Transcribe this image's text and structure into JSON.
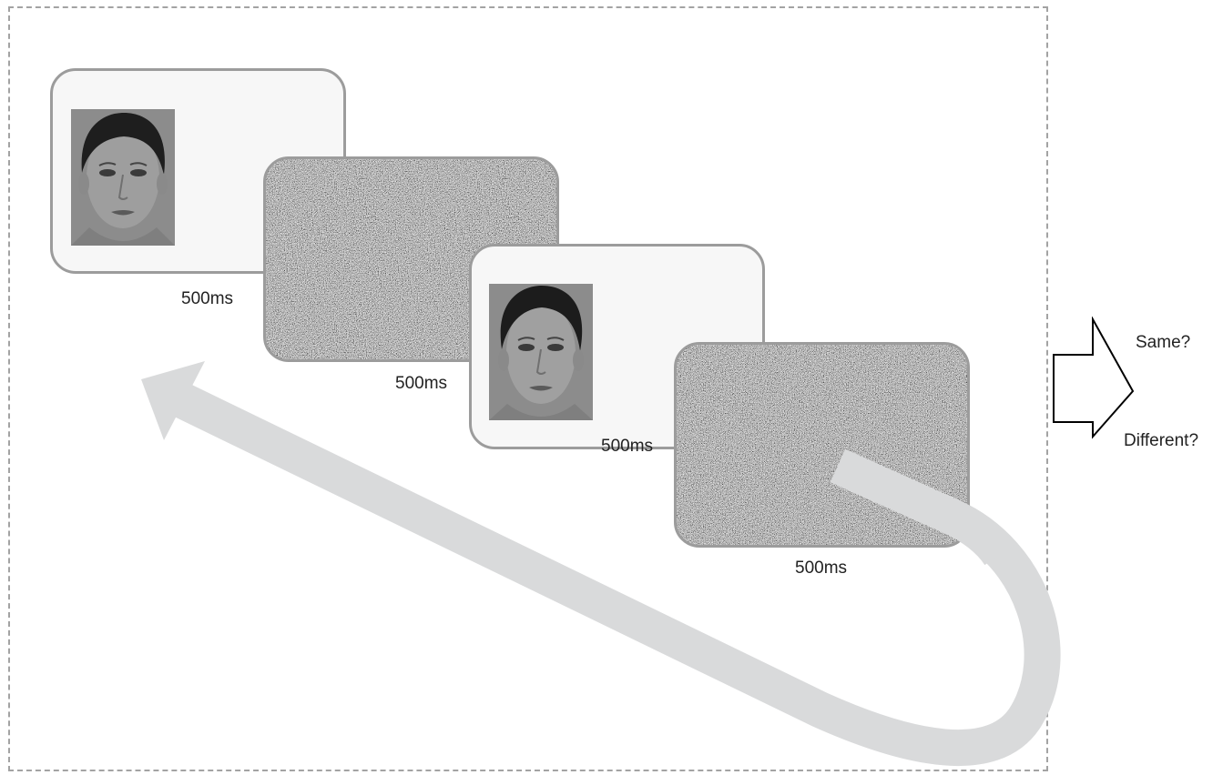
{
  "sequence": [
    {
      "kind": "face",
      "duration": "500ms"
    },
    {
      "kind": "mask",
      "duration": "500ms"
    },
    {
      "kind": "face",
      "duration": "500ms"
    },
    {
      "kind": "mask",
      "duration": "500ms"
    }
  ],
  "response": {
    "option_same": "Same?",
    "option_different": "Different?"
  },
  "colors": {
    "frame_border": "#a3a3a3",
    "screen_border": "#9c9c9c",
    "loop_arrow": "#d9dadb",
    "decision_arrow_stroke": "#000000"
  },
  "icons": {
    "loop": "curved-return-arrow-icon",
    "decision": "right-arrow-icon"
  }
}
